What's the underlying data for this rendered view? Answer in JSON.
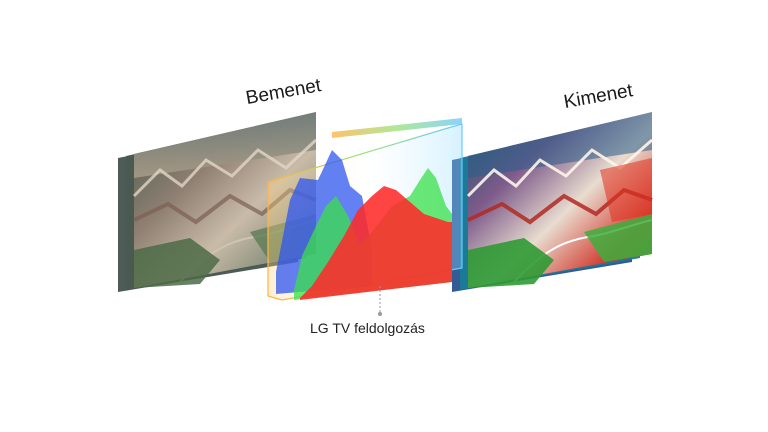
{
  "labels": {
    "input": "Bemenet",
    "output": "Kimenet",
    "processing": "LG TV feldolgozás"
  },
  "colors": {
    "background": "#ffffff",
    "histogram_red": "#ff2a2a",
    "histogram_green": "#39e04a",
    "histogram_blue": "#2f57f0",
    "connector": "#9a9a9a"
  },
  "panels": {
    "input_style": "muted landscape",
    "output_style": "vivid landscape"
  }
}
